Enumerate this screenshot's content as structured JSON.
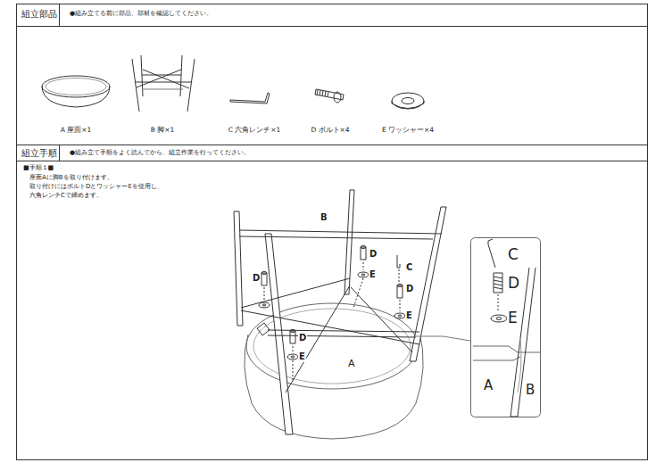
{
  "diagram": {
    "labels": [
      "組立部品",
      "●組み立てる前に部品、部材を確認してください。",
      "A 座面×1",
      "B 脚×1",
      "C 六角レンチ×1",
      "D ボルト×4",
      "E ワッシャー×4",
      "組立手順",
      "●組み立て手順をよく読んでから、組立作業を行ってください。",
      "■手順１■",
      "座面Aに脚Bを取り付けます。",
      "取り付けにはボルトDとワッシャーEを使用し、",
      "六角レンチCで締めます。",
      "B",
      "D",
      "E",
      "C",
      "D",
      "E",
      "D",
      "D",
      "E",
      "A",
      "C",
      "D",
      "E",
      "A",
      "B"
    ]
  }
}
